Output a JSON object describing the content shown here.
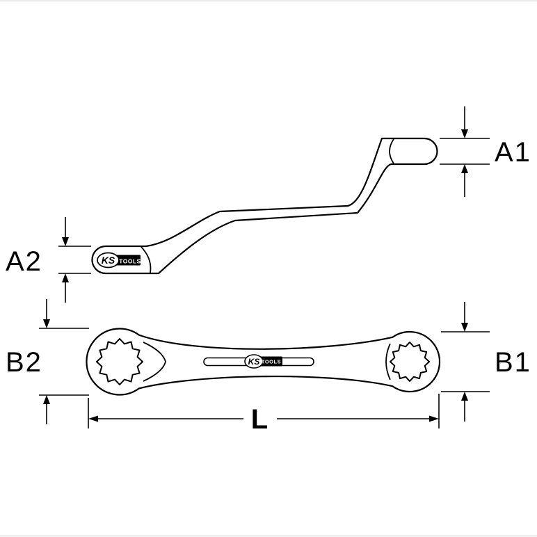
{
  "diagram": {
    "labels": {
      "a1": "A1",
      "a2": "A2",
      "b1": "B1",
      "b2": "B2",
      "length": "L"
    },
    "logo": {
      "ks": "KS",
      "tools": "TOOLS"
    },
    "colors": {
      "line": "#000000",
      "background": "#ffffff"
    }
  }
}
